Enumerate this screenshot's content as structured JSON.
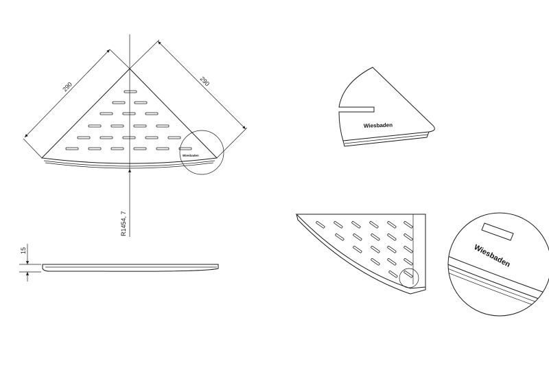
{
  "dimensions": {
    "side_left": "290",
    "side_right": "290",
    "radius": "R1454, 7",
    "thickness": "15"
  },
  "brand": {
    "small": "Wiesbaden",
    "perspective": "Wiesbaden",
    "detail_zoom": "Wiesbaden"
  }
}
